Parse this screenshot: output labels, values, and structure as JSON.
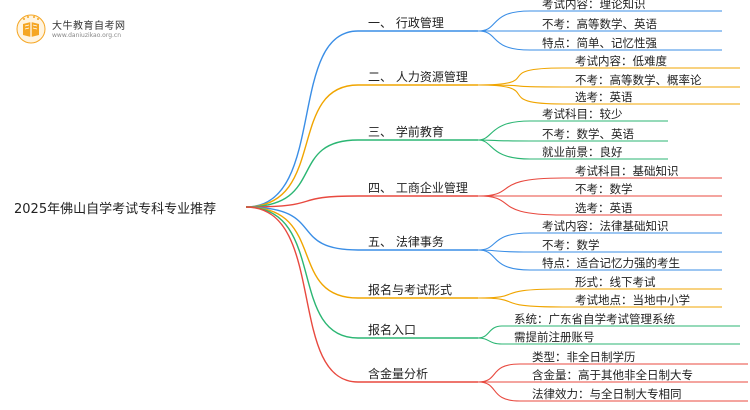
{
  "logo": {
    "title": "大牛教育自考网",
    "url": "www.daniuzikao.org.cn",
    "icon": "book-logo-icon",
    "colors": {
      "accent": "#f5a623",
      "ink": "#333333"
    }
  },
  "root": {
    "label": "2025年佛山自学考试专科专业推荐"
  },
  "branches": [
    {
      "label": "一、 行政管理",
      "color": "#3a8ee6",
      "leaves": [
        "考试内容：理论知识",
        "不考：高等数学、英语",
        "特点：简单、记忆性强"
      ]
    },
    {
      "label": "二、 人力资源管理",
      "color": "#f0a500",
      "leaves": [
        "考试内容：低难度",
        "不考：高等数学、概率论",
        "选考：英语"
      ]
    },
    {
      "label": "三、 学前教育",
      "color": "#2bb673",
      "leaves": [
        "考试科目：较少",
        "不考：数学、英语",
        "就业前景：良好"
      ]
    },
    {
      "label": "四、 工商企业管理",
      "color": "#e8493f",
      "leaves": [
        "考试科目：基础知识",
        "不考：数学",
        "选考：英语"
      ]
    },
    {
      "label": "五、 法律事务",
      "color": "#3a8ee6",
      "leaves": [
        "考试内容：法律基础知识",
        "不考：数学",
        "特点：适合记忆力强的考生"
      ]
    },
    {
      "label": "报名与考试形式",
      "color": "#f0a500",
      "leaves": [
        "形式：线下考试",
        "考试地点：当地中小学"
      ]
    },
    {
      "label": "报名入口",
      "color": "#2bb673",
      "leaves": [
        "系统：广东省自学考试管理系统",
        "需提前注册账号"
      ]
    },
    {
      "label": "含金量分析",
      "color": "#e8493f",
      "leaves": [
        "类型：非全日制学历",
        "含金量：高于其他非全日制大专",
        "法律效力：与全日制大专相同"
      ]
    }
  ]
}
